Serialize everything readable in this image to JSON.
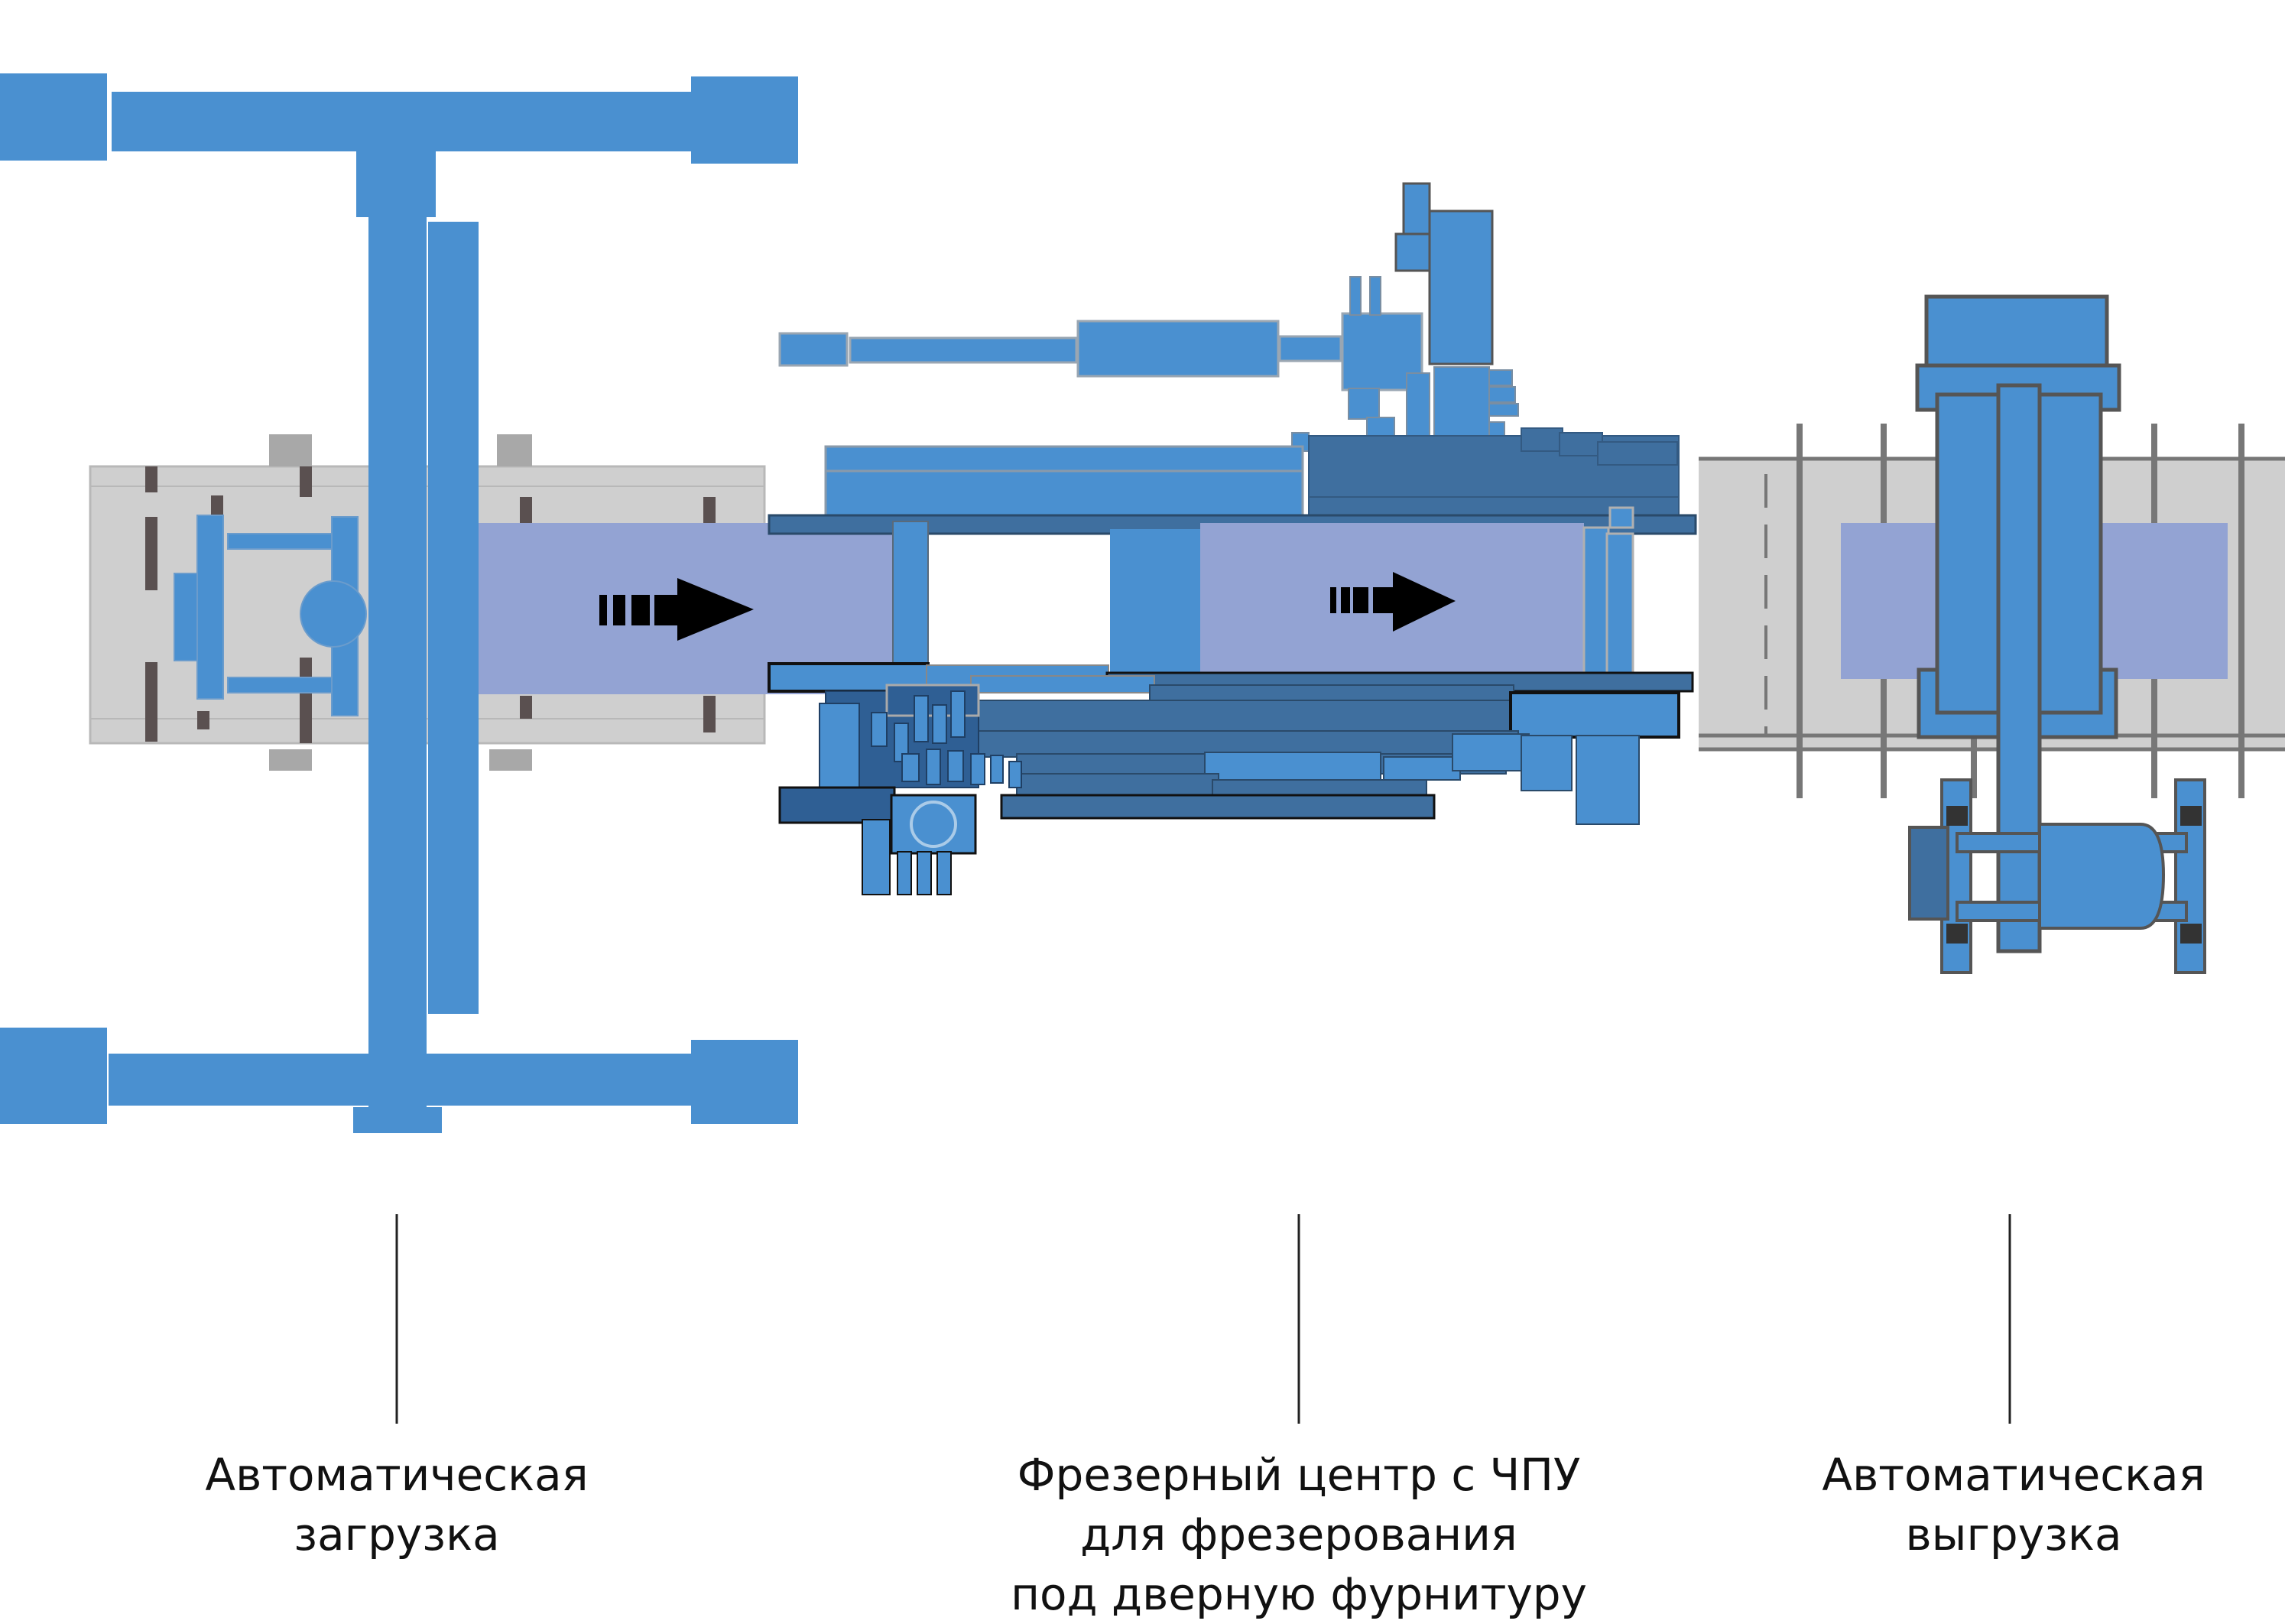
{
  "stations": [
    {
      "id": "loading",
      "caption_lines": [
        "Автоматическая",
        "загрузка"
      ]
    },
    {
      "id": "milling",
      "caption_lines": [
        "Фрезерный центр с ЧПУ",
        "для фрезерования",
        "под дверную фурнитуру"
      ]
    },
    {
      "id": "unloading",
      "caption_lines": [
        "Автоматическая",
        "выгрузка"
      ]
    }
  ],
  "colors": {
    "machine_blue": "#4a90d0",
    "machine_dark": "#3f6f9f",
    "machine_navy": "#2f5f94",
    "conveyor_gray": "#cfcfcf",
    "workpiece": "#93a3d3",
    "stop_block": "#5a5050",
    "outline": "#555555",
    "arrow": "#000000"
  },
  "icons": {
    "flow_arrow": "arrow-right-icon"
  }
}
